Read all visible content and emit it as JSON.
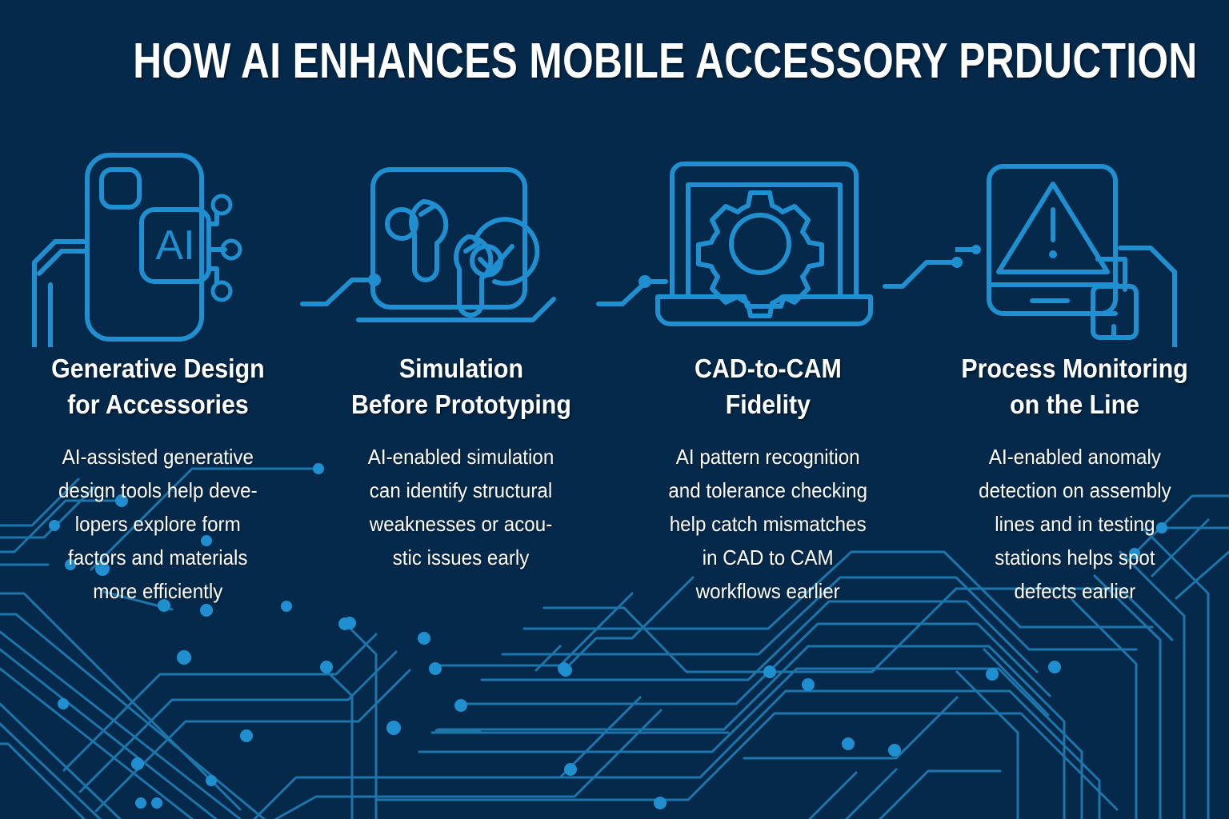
{
  "meta": {
    "background_color": "#05294a",
    "accent_color": "#1f8fd0",
    "text_color": "#ffffff",
    "circuit_line_color": "#1f7ab0"
  },
  "header": {
    "title": "HOW AI ENHANCES MOBILE ACCESSORY PRDUCTION"
  },
  "columns": [
    {
      "icon_name": "smartphone-ai-chip-icon",
      "heading": "Generative Design\nfor Accessories",
      "body": "AI-assisted generative\ndesign tools help deve-\nlopers explore form\nfactors and materials\nmore efficiently"
    },
    {
      "icon_name": "earbuds-simulation-screen-icon",
      "heading": "Simulation\nBefore Prototyping",
      "body": "AI-enabled simulation\ncan identify structural\nweaknesses or acou-\nstic issues early"
    },
    {
      "icon_name": "laptop-gear-icon",
      "heading": "CAD-to-CAM\nFidelity",
      "body": "AI pattern recognition\nand tolerance checking\nhelp catch mismatches\nin CAD to CAM\nworkflows earlier"
    },
    {
      "icon_name": "monitor-warning-alert-icon",
      "heading": "Process Monitoring\non the Line",
      "body": "AI-enabled anomaly\ndetection on assembly\nlines and in testing\nstations helps spot\ndefects earlier"
    }
  ],
  "connectors": [
    {
      "name": "connector-1-to-2"
    },
    {
      "name": "connector-2-to-3"
    },
    {
      "name": "connector-3-to-4"
    }
  ]
}
